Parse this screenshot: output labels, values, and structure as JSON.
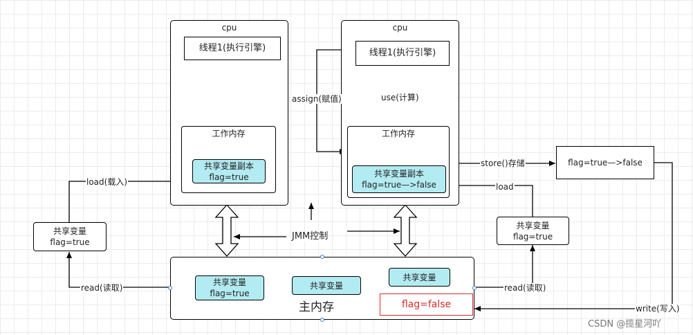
{
  "left_cpu": {
    "title": "cpu",
    "thread": "线程1(执行引擎)",
    "work_memory": "工作内存",
    "copy_title": "共享变量副本",
    "copy_value": "flag=true"
  },
  "right_cpu": {
    "title": "cpu",
    "thread": "线程1(执行引擎)",
    "work_memory": "工作内存",
    "copy_title": "共享变量副本",
    "copy_value": "flag=true—>false"
  },
  "left_shared": {
    "title": "共享变量",
    "value": "flag=true"
  },
  "right_shared": {
    "title": "共享变量",
    "value": "flag=true"
  },
  "store_box": {
    "value": "flag=true—>false"
  },
  "main_memory": {
    "title": "主内存",
    "var1_title": "共享变量",
    "var1_value": "flag=true",
    "var2_title": "共享变量",
    "var3_title": "共享变量",
    "flag_false": "flag=false"
  },
  "labels": {
    "load_left": "load(载入)",
    "read_left": "read(读取)",
    "assign": "assign(赋值)",
    "use": "use(计算)",
    "store": "store()存储",
    "load_right": "load",
    "read_right": "read(读取)",
    "write": "write(写入)",
    "jmm": "JMM控制"
  },
  "watermark": "CSDN @揽星河吖",
  "colors": {
    "variable_fill": "#b3ebf2",
    "flag_false": "#d92a2a",
    "handle": "#3a7bd5"
  }
}
